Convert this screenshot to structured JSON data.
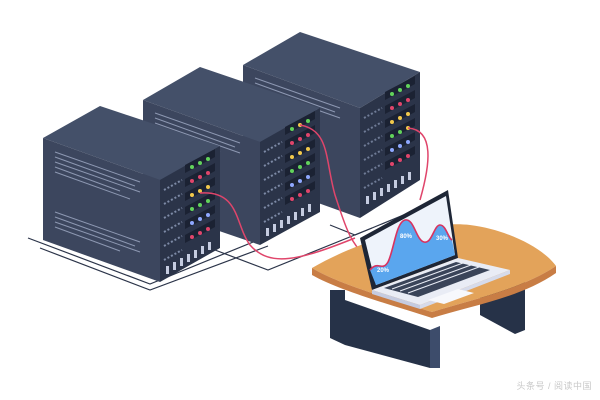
{
  "illustration": {
    "subject": "Three server racks connected by cables to a laptop on a desk",
    "servers": [
      {
        "name": "server-rack-left",
        "led_rows": [
          "green",
          "red",
          "yellow",
          "green",
          "blue",
          "red"
        ]
      },
      {
        "name": "server-rack-middle",
        "led_rows": [
          "green",
          "red",
          "yellow",
          "green",
          "blue",
          "red"
        ]
      },
      {
        "name": "server-rack-right",
        "led_rows": [
          "green",
          "red",
          "yellow",
          "green",
          "blue",
          "red"
        ]
      }
    ],
    "laptop_chart": {
      "labels": [
        "20%",
        "80%",
        "30%"
      ]
    }
  },
  "colors": {
    "server_dark": "#2b3449",
    "server_side": "#3c465e",
    "server_top": "#445069",
    "cable": "#e0456b",
    "desk_top": "#e3a35a",
    "desk_edge": "#c87d45",
    "desk_legs": "#263248",
    "laptop_body": "#e9ecf5",
    "chart_fill": "#5aa6ee",
    "chart_line": "#d9325f",
    "led_green": "#62d35b",
    "led_red": "#e0456b",
    "led_yellow": "#f2c94c",
    "led_blue": "#8fa8ff"
  },
  "watermark": "头条号 / 阅读中国"
}
